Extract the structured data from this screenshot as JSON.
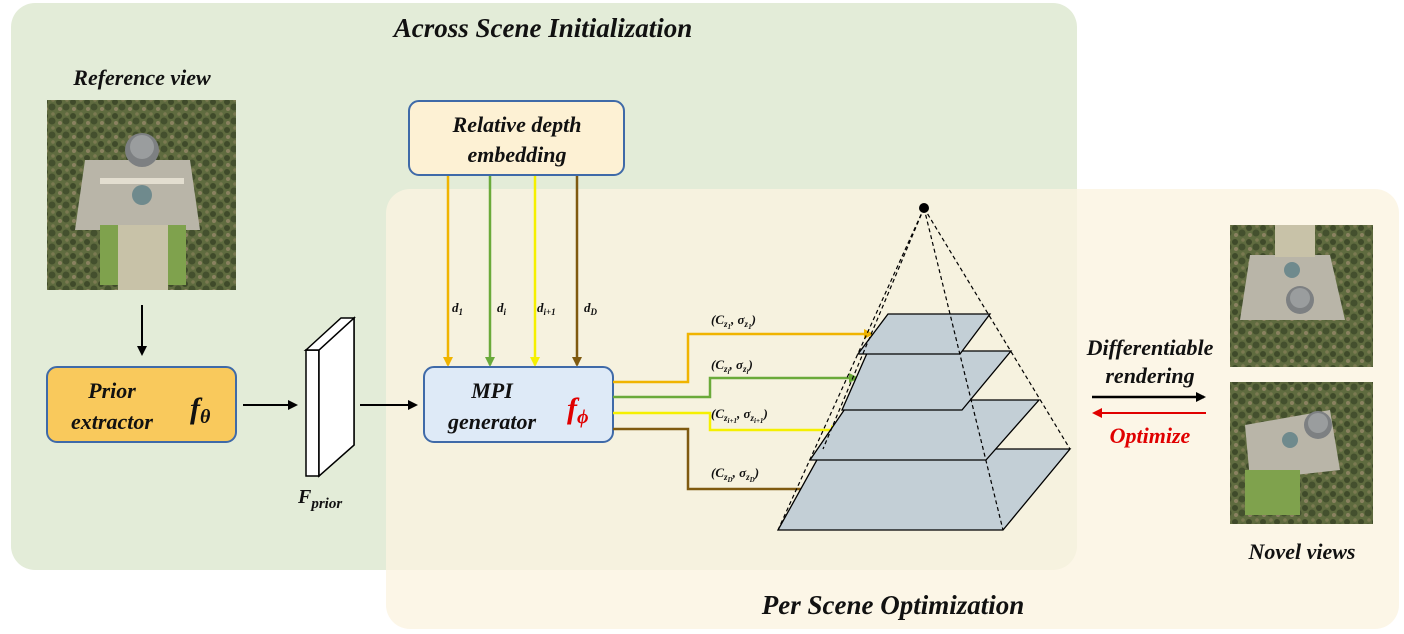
{
  "regions": {
    "across_scene": "Across Scene Initialization",
    "per_scene": "Per Scene Optimization"
  },
  "labels": {
    "reference_view": "Reference view",
    "novel_views": "Novel views",
    "f_prior": "F",
    "f_prior_sub": "prior"
  },
  "prior_extractor": {
    "line1": "Prior",
    "line2": "extractor",
    "symbol": "f",
    "symbol_sub": "θ"
  },
  "depth_embedding": {
    "line1": "Relative depth",
    "line2": "embedding"
  },
  "mpi_generator": {
    "line1": "MPI",
    "line2": "generator",
    "symbol": "f",
    "symbol_sub": "ϕ"
  },
  "depth_tokens": [
    {
      "base": "d",
      "sub": "1",
      "color": "#f0b400"
    },
    {
      "base": "d",
      "sub": "i",
      "color": "#6aaa3a"
    },
    {
      "base": "d",
      "sub": "i+1",
      "color": "#f5f000"
    },
    {
      "base": "d",
      "sub": "D",
      "color": "#7f5a10"
    }
  ],
  "plane_outputs": [
    {
      "c": "C",
      "c_sub": "z",
      "c_sub2": "1",
      "s": "σ",
      "s_sub": "z",
      "s_sub2": "1",
      "color": "#f0b400"
    },
    {
      "c": "C",
      "c_sub": "z",
      "c_sub2": "i",
      "s": "σ",
      "s_sub": "z",
      "s_sub2": "i",
      "color": "#6aaa3a"
    },
    {
      "c": "C",
      "c_sub": "z",
      "c_sub2": "i+1",
      "s": "σ",
      "s_sub": "z",
      "s_sub2": "i+1",
      "color": "#f5f000"
    },
    {
      "c": "C",
      "c_sub": "z",
      "c_sub2": "D",
      "s": "σ",
      "s_sub": "z",
      "s_sub2": "D",
      "color": "#7f5a10"
    }
  ],
  "rendering": {
    "line1": "Differentiable",
    "line2": "rendering",
    "optimize": "Optimize"
  },
  "colors": {
    "across_bg": "#e3ecd8",
    "per_bg": "#fbf3e0",
    "prior_box": "#f9c95c",
    "depth_box": "#fdf1d4",
    "mpi_box": "#deeaf7",
    "box_border": "#3f6aa8",
    "red": "#e00000",
    "plane_fill": "#c3cfd6"
  }
}
